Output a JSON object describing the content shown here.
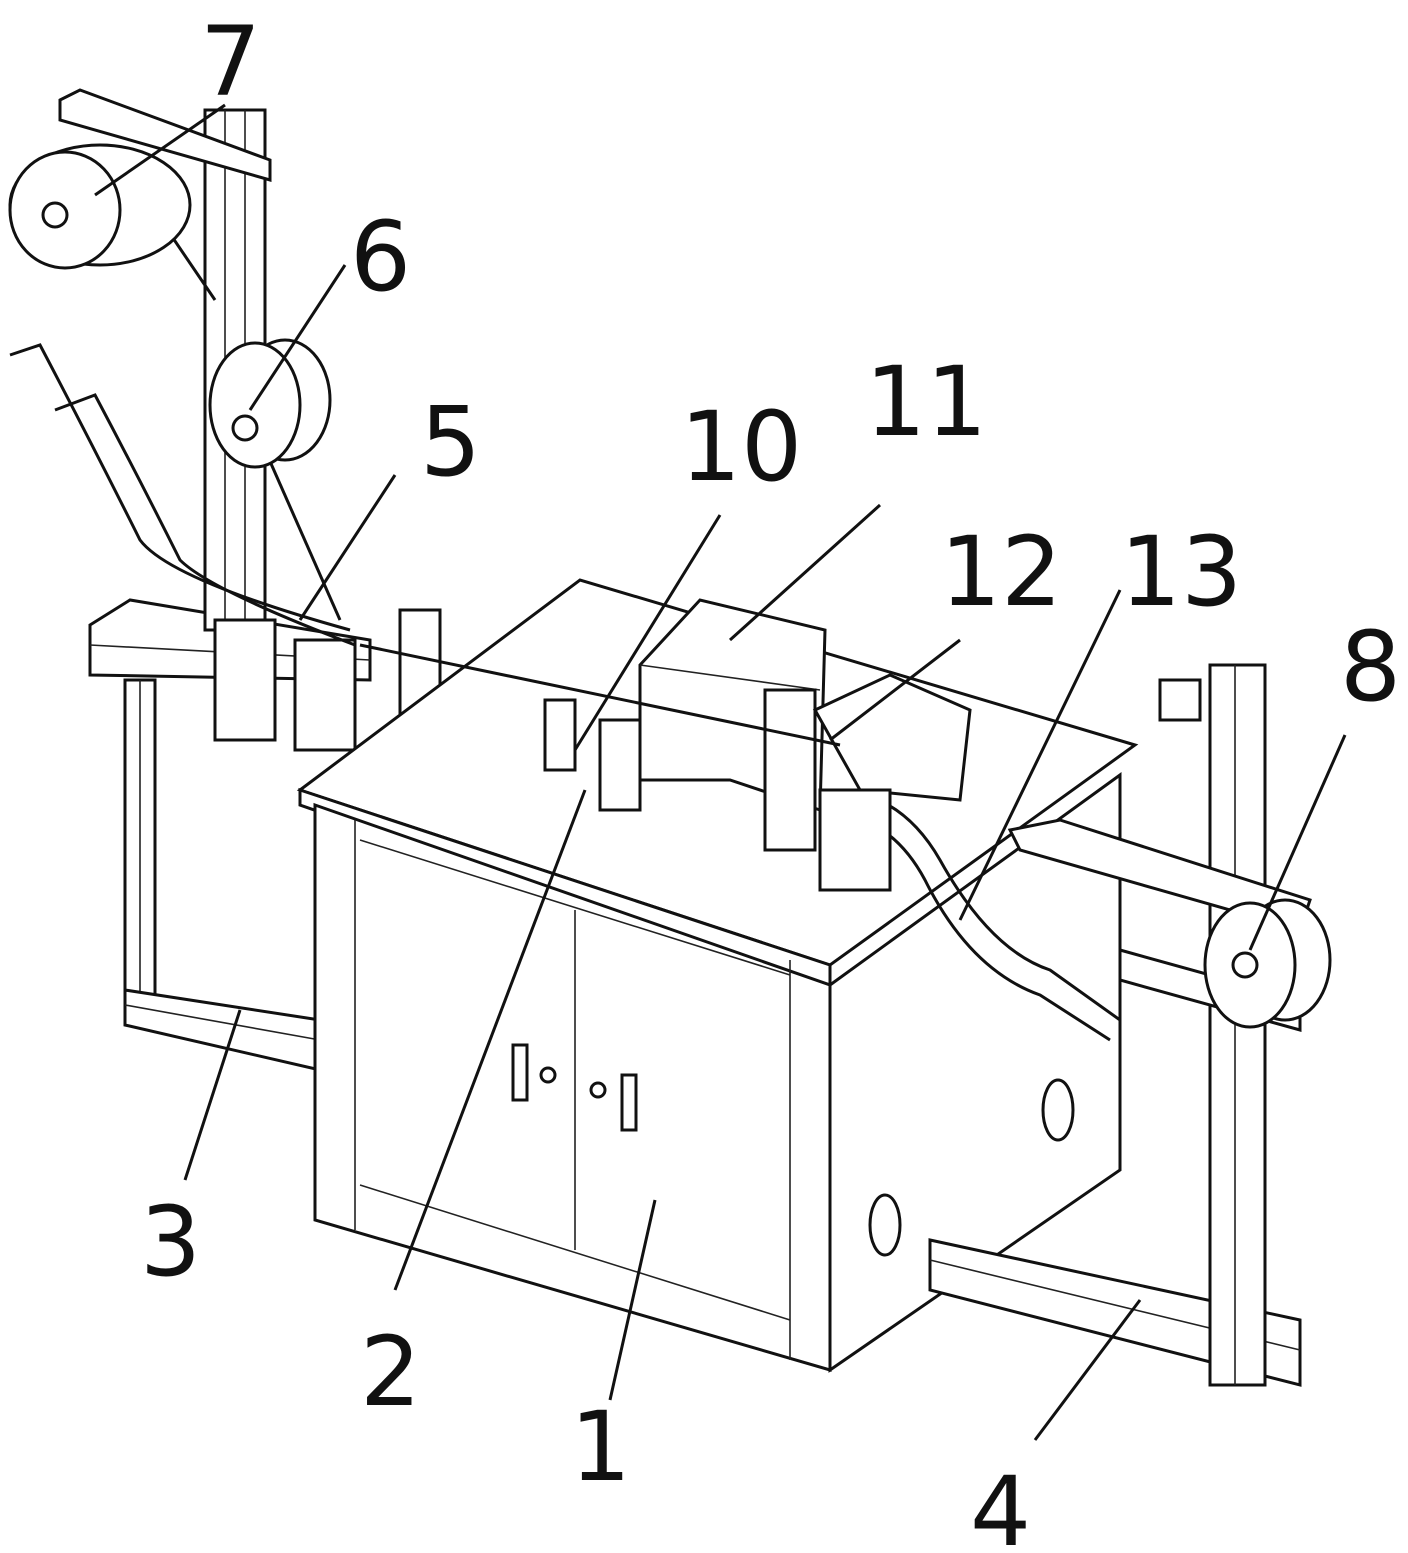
{
  "figure": {
    "labels": [
      {
        "id": "1",
        "text": "1"
      },
      {
        "id": "2",
        "text": "2"
      },
      {
        "id": "3",
        "text": "3"
      },
      {
        "id": "4",
        "text": "4"
      },
      {
        "id": "5",
        "text": "5"
      },
      {
        "id": "6",
        "text": "6"
      },
      {
        "id": "7",
        "text": "7"
      },
      {
        "id": "8",
        "text": "8"
      },
      {
        "id": "10",
        "text": "10"
      },
      {
        "id": "11",
        "text": "11"
      },
      {
        "id": "12",
        "text": "12"
      },
      {
        "id": "13",
        "text": "13"
      }
    ],
    "colors": {
      "line": "#111111",
      "background": "#ffffff"
    }
  }
}
